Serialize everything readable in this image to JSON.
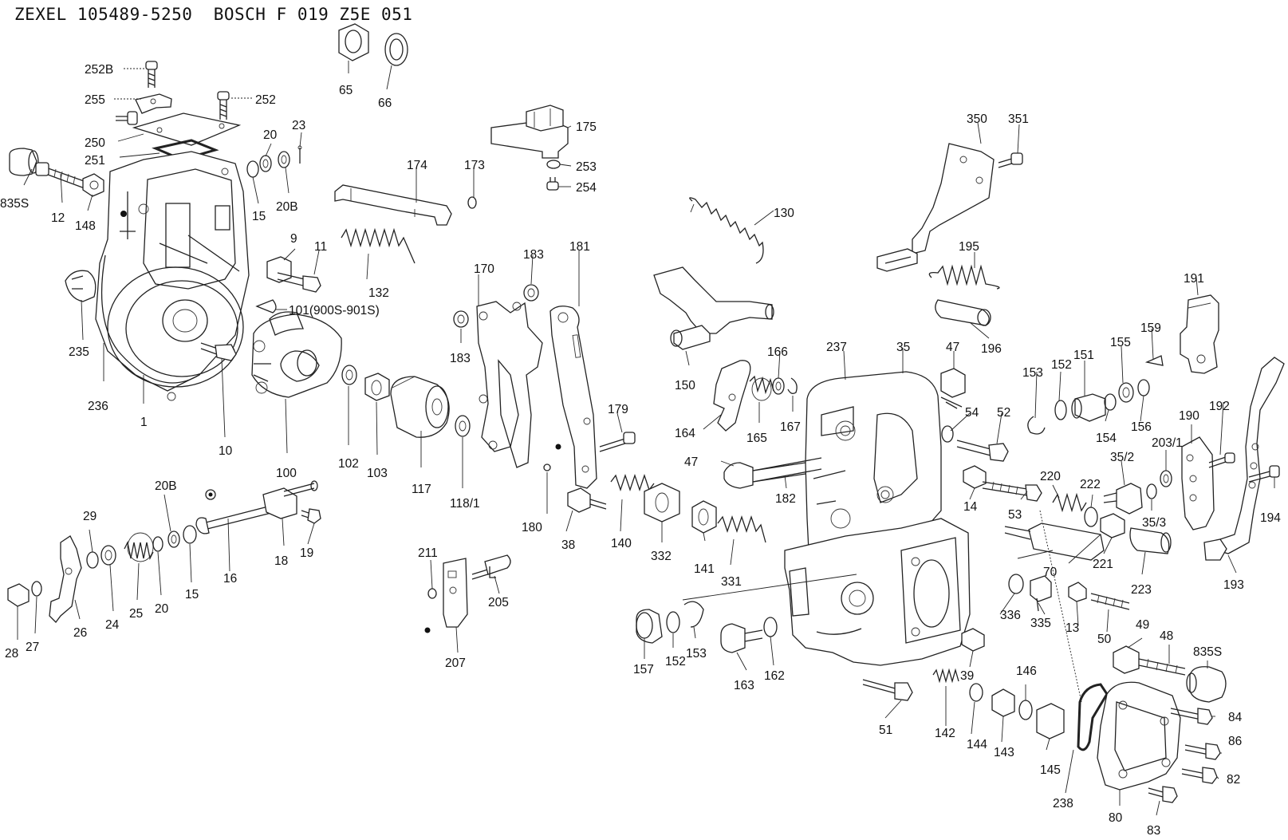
{
  "title": "ZEXEL 105489-5250  BOSCH F 019 Z5E 051",
  "callouts": [
    {
      "id": "65",
      "text": "65"
    },
    {
      "id": "66",
      "text": "66"
    },
    {
      "id": "252B",
      "text": "252B"
    },
    {
      "id": "255",
      "text": "255"
    },
    {
      "id": "252",
      "text": "252"
    },
    {
      "id": "250",
      "text": "250"
    },
    {
      "id": "251",
      "text": "251"
    },
    {
      "id": "20a",
      "text": "20"
    },
    {
      "id": "23",
      "text": "23"
    },
    {
      "id": "835S-a",
      "text": "835S"
    },
    {
      "id": "12",
      "text": "12"
    },
    {
      "id": "148",
      "text": "148"
    },
    {
      "id": "15a",
      "text": "15"
    },
    {
      "id": "20B-a",
      "text": "20B"
    },
    {
      "id": "9",
      "text": "9"
    },
    {
      "id": "11",
      "text": "11"
    },
    {
      "id": "132",
      "text": "132"
    },
    {
      "id": "101",
      "text": "101(900S-901S)"
    },
    {
      "id": "235",
      "text": "235"
    },
    {
      "id": "236",
      "text": "236"
    },
    {
      "id": "1",
      "text": "1"
    },
    {
      "id": "10",
      "text": "10"
    },
    {
      "id": "100",
      "text": "100"
    },
    {
      "id": "102",
      "text": "102"
    },
    {
      "id": "103",
      "text": "103"
    },
    {
      "id": "117",
      "text": "117"
    },
    {
      "id": "118/1",
      "text": "118/1"
    },
    {
      "id": "174",
      "text": "174"
    },
    {
      "id": "173",
      "text": "173"
    },
    {
      "id": "175",
      "text": "175"
    },
    {
      "id": "253",
      "text": "253"
    },
    {
      "id": "254",
      "text": "254"
    },
    {
      "id": "183a",
      "text": "183"
    },
    {
      "id": "170",
      "text": "170"
    },
    {
      "id": "181",
      "text": "181"
    },
    {
      "id": "183b",
      "text": "183"
    },
    {
      "id": "179",
      "text": "179"
    },
    {
      "id": "180",
      "text": "180"
    },
    {
      "id": "130",
      "text": "130"
    },
    {
      "id": "150",
      "text": "150"
    },
    {
      "id": "166",
      "text": "166"
    },
    {
      "id": "164",
      "text": "164"
    },
    {
      "id": "165",
      "text": "165"
    },
    {
      "id": "167",
      "text": "167"
    },
    {
      "id": "350",
      "text": "350"
    },
    {
      "id": "351",
      "text": "351"
    },
    {
      "id": "195",
      "text": "195"
    },
    {
      "id": "196",
      "text": "196"
    },
    {
      "id": "237",
      "text": "237"
    },
    {
      "id": "35",
      "text": "35"
    },
    {
      "id": "47a",
      "text": "47"
    },
    {
      "id": "54",
      "text": "54"
    },
    {
      "id": "52",
      "text": "52"
    },
    {
      "id": "153a",
      "text": "153"
    },
    {
      "id": "152a",
      "text": "152"
    },
    {
      "id": "151",
      "text": "151"
    },
    {
      "id": "155",
      "text": "155"
    },
    {
      "id": "159",
      "text": "159"
    },
    {
      "id": "191",
      "text": "191"
    },
    {
      "id": "154",
      "text": "154"
    },
    {
      "id": "156",
      "text": "156"
    },
    {
      "id": "190",
      "text": "190"
    },
    {
      "id": "192",
      "text": "192"
    },
    {
      "id": "35/2",
      "text": "35/2"
    },
    {
      "id": "203/1",
      "text": "203/1"
    },
    {
      "id": "35/3",
      "text": "35/3"
    },
    {
      "id": "194",
      "text": "194"
    },
    {
      "id": "193",
      "text": "193"
    },
    {
      "id": "47b",
      "text": "47"
    },
    {
      "id": "182",
      "text": "182"
    },
    {
      "id": "14",
      "text": "14"
    },
    {
      "id": "53",
      "text": "53"
    },
    {
      "id": "220",
      "text": "220"
    },
    {
      "id": "222",
      "text": "222"
    },
    {
      "id": "70",
      "text": "70"
    },
    {
      "id": "221",
      "text": "221"
    },
    {
      "id": "223",
      "text": "223"
    },
    {
      "id": "336",
      "text": "336"
    },
    {
      "id": "335",
      "text": "335"
    },
    {
      "id": "13",
      "text": "13"
    },
    {
      "id": "50",
      "text": "50"
    },
    {
      "id": "49",
      "text": "49"
    },
    {
      "id": "48",
      "text": "48"
    },
    {
      "id": "835S-b",
      "text": "835S"
    },
    {
      "id": "39",
      "text": "39"
    },
    {
      "id": "84",
      "text": "84"
    },
    {
      "id": "86",
      "text": "86"
    },
    {
      "id": "82",
      "text": "82"
    },
    {
      "id": "238",
      "text": "238"
    },
    {
      "id": "80",
      "text": "80"
    },
    {
      "id": "83",
      "text": "83"
    },
    {
      "id": "51",
      "text": "51"
    },
    {
      "id": "142",
      "text": "142"
    },
    {
      "id": "144",
      "text": "144"
    },
    {
      "id": "143",
      "text": "143"
    },
    {
      "id": "146",
      "text": "146"
    },
    {
      "id": "145",
      "text": "145"
    },
    {
      "id": "38",
      "text": "38"
    },
    {
      "id": "140",
      "text": "140"
    },
    {
      "id": "332",
      "text": "332"
    },
    {
      "id": "141",
      "text": "141"
    },
    {
      "id": "331",
      "text": "331"
    },
    {
      "id": "157",
      "text": "157"
    },
    {
      "id": "152b",
      "text": "152"
    },
    {
      "id": "153b",
      "text": "153"
    },
    {
      "id": "163",
      "text": "163"
    },
    {
      "id": "162",
      "text": "162"
    },
    {
      "id": "211",
      "text": "211"
    },
    {
      "id": "205",
      "text": "205"
    },
    {
      "id": "207",
      "text": "207"
    },
    {
      "id": "29",
      "text": "29"
    },
    {
      "id": "20B-b",
      "text": "20B"
    },
    {
      "id": "16",
      "text": "16"
    },
    {
      "id": "18",
      "text": "18"
    },
    {
      "id": "19",
      "text": "19"
    },
    {
      "id": "28",
      "text": "28"
    },
    {
      "id": "27",
      "text": "27"
    },
    {
      "id": "26",
      "text": "26"
    },
    {
      "id": "24",
      "text": "24"
    },
    {
      "id": "25",
      "text": "25"
    },
    {
      "id": "20b",
      "text": "20"
    },
    {
      "id": "15b",
      "text": "15"
    }
  ]
}
